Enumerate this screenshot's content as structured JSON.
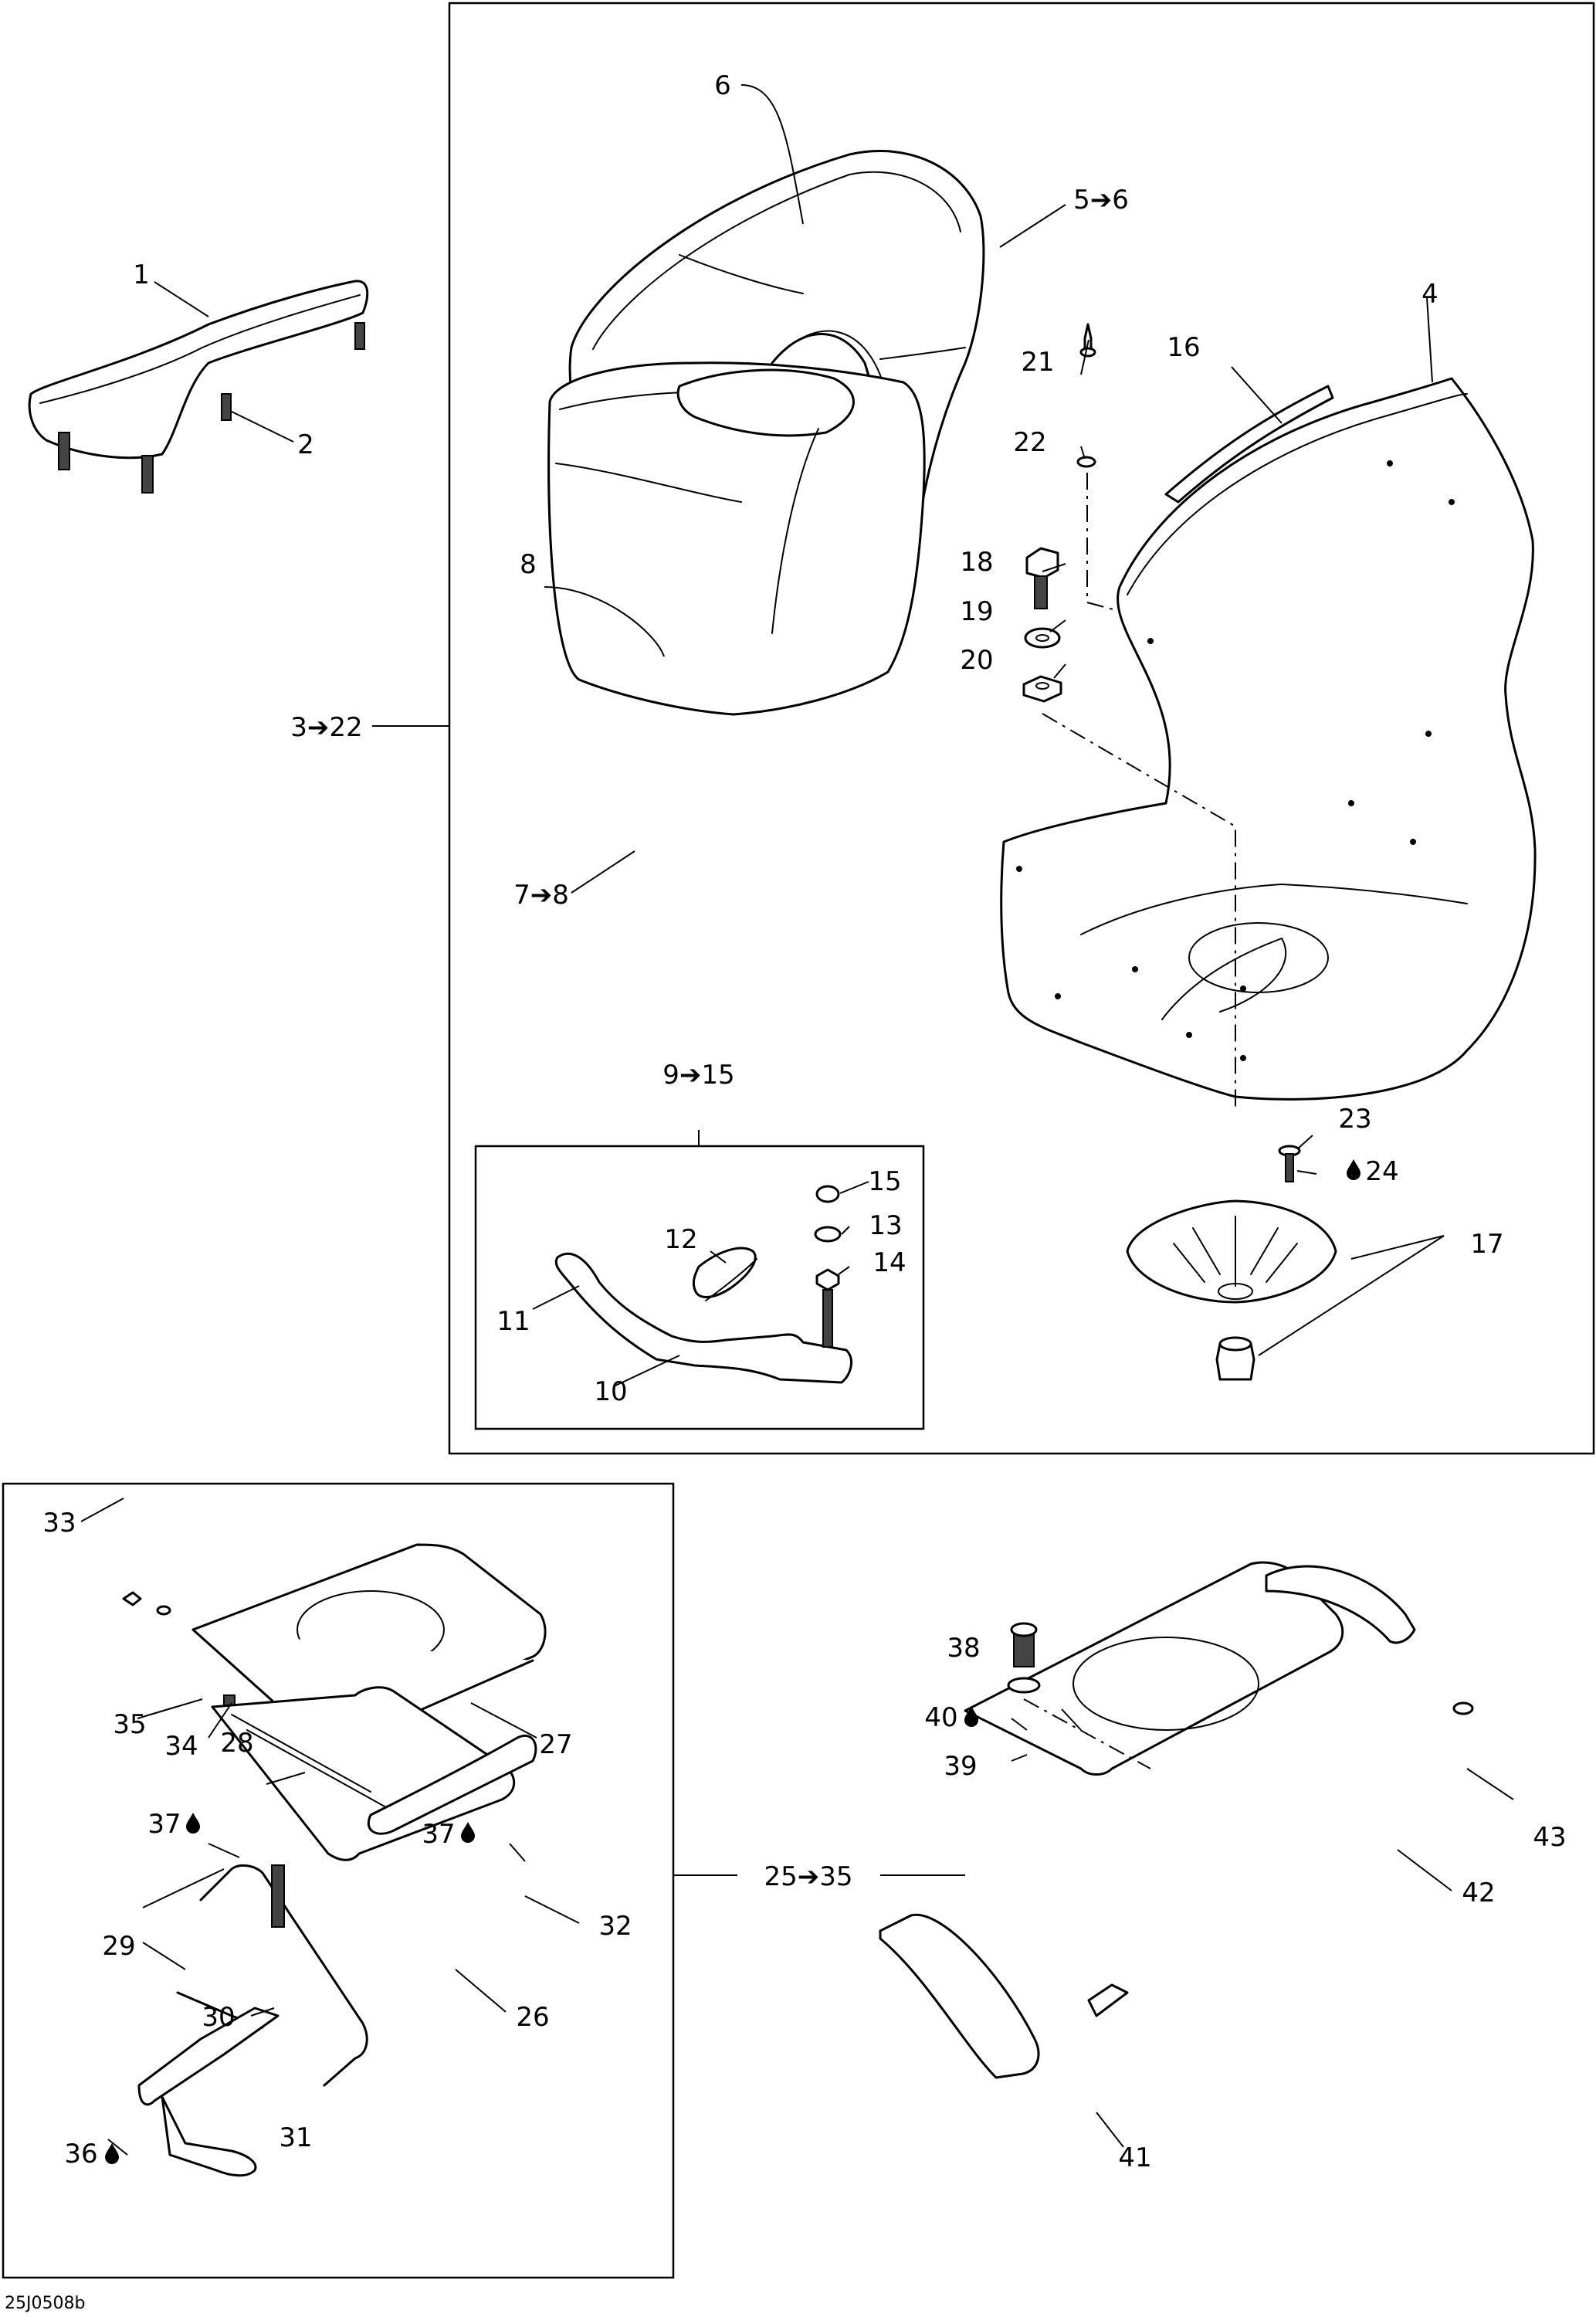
{
  "drawing_ref": "25J0508b",
  "glyphs": {
    "arrow": "→",
    "drop_icon": "liquid-drop-icon"
  },
  "callouts": {
    "c1": "1",
    "c2": "2",
    "c3_22": "3➔22",
    "c4": "4",
    "c5_6": "5➔6",
    "c6": "6",
    "c7_8": "7➔8",
    "c8": "8",
    "c9_15": "9➔15",
    "c10": "10",
    "c11": "11",
    "c12": "12",
    "c13": "13",
    "c14": "14",
    "c15": "15",
    "c16": "16",
    "c17": "17",
    "c18": "18",
    "c19": "19",
    "c20": "20",
    "c21": "21",
    "c22": "22",
    "c23": "23",
    "c24": "24",
    "c25_35": "25➔35",
    "c26": "26",
    "c27": "27",
    "c28": "28",
    "c29": "29",
    "c30": "30",
    "c31": "31",
    "c32": "32",
    "c33": "33",
    "c34": "34",
    "c35": "35",
    "c36": "36",
    "c37a": "37",
    "c37b": "37",
    "c38": "38",
    "c39": "39",
    "c40": "40",
    "c41": "41",
    "c42": "42",
    "c43": "43"
  }
}
